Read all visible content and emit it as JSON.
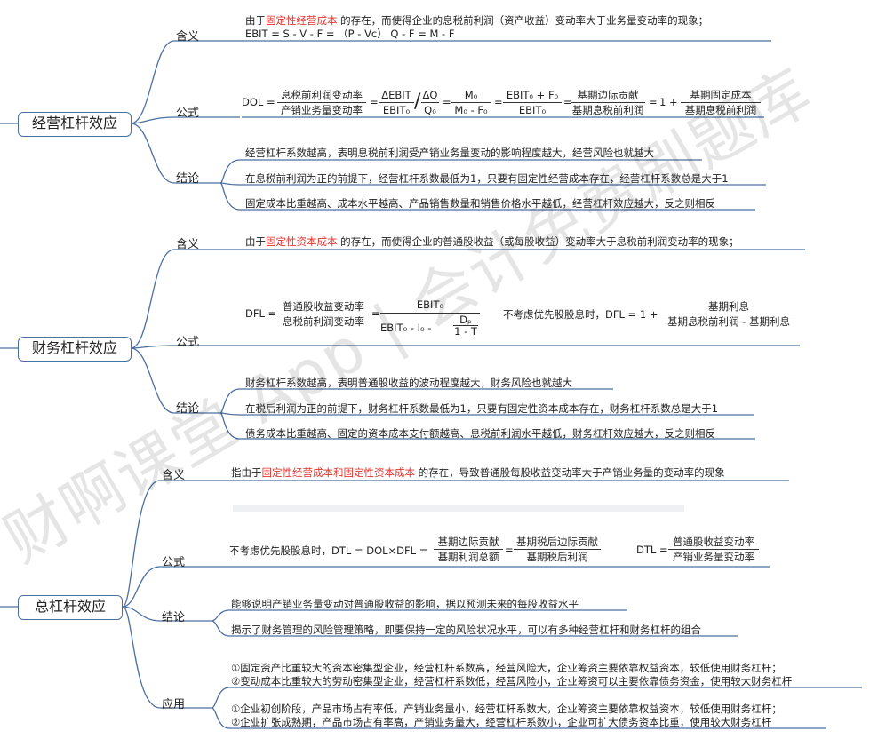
{
  "watermark": "财啊课堂 App | 会计免费刷题库",
  "sections": [
    {
      "title": "经营杠杆效应",
      "labels": {
        "meaning": "含义",
        "formula": "公式",
        "conclusion": "结论"
      },
      "meaning": {
        "prefix": "由于",
        "highlight": "固定性经营成本",
        "suffix": "的存在，而使得企业的息税前利润（资产收益）变动率大于业务量变动率的现象；",
        "line2": "EBIT = S - V - F = （P - Vc） Q - F = M - F"
      },
      "formula": {
        "lhs": "DOL =",
        "f1_num": "息税前利润变动率",
        "f1_den": "产销业务量变动率",
        "f2_num": "ΔEBIT",
        "f2_den": "EBIT₀",
        "f3_num": "ΔQ",
        "f3_den": "Q₀",
        "f4_num": "M₀",
        "f4_den": "M₀ - F₀",
        "f5_num": "EBIT₀ + F₀",
        "f5_den": "EBIT₀",
        "f6_num": "基期边际贡献",
        "f6_den": "基期息税前利润",
        "one_plus": "1 +",
        "f7_num": "基期固定成本",
        "f7_den": "基期息税前利润"
      },
      "conclusions": [
        "经营杠杆系数越高，表明息税前利润受产销业务量变动的影响程度越大，经营风险也就越大",
        "在息税前利润为正的前提下，经营杠杆系数最低为1，只要有固定性经营成本存在，经营杠杆系数总是大于1",
        "固定成本比重越高、成本水平越高、产品销售数量和销售价格水平越低，经营杠杆效应越大，反之则相反"
      ]
    },
    {
      "title": "财务杠杆效应",
      "labels": {
        "meaning": "含义",
        "formula": "公式",
        "conclusion": "结论"
      },
      "meaning": {
        "prefix": "由于",
        "highlight": "固定性资本成本",
        "suffix": "的存在，而使得企业的普通股收益（或每股收益）变动率大于息税前利润变动率的现象；"
      },
      "formula": {
        "lhs": "DFL =",
        "f1_num": "普通股收益变动率",
        "f1_den": "息税前利润变动率",
        "f2_num": "EBIT₀",
        "f2_den_a": "EBIT₀ - I₀ -",
        "f2_den_b_num": "Dₚ",
        "f2_den_b_den": "1 - T",
        "note": "不考虑优先股股息时，DFL = 1 +",
        "f3_num": "基期利息",
        "f3_den": "基期息税前利润 - 基期利息"
      },
      "conclusions": [
        "财务杠杆系数越高，表明普通股收益的波动程度越大，财务风险也就越大",
        "在税后利润为正的前提下，财务杠杆系数最低为1，只要有固定性资本成本存在，财务杠杆系数总是大于1",
        "债务成本比重越高、固定的资本成本支付额越高、息税前利润水平越低，财务杠杆效应越大，反之则相反"
      ]
    },
    {
      "title": "总杠杆效应",
      "labels": {
        "meaning": "含义",
        "formula": "公式",
        "conclusion": "结论",
        "application": "应用"
      },
      "meaning": {
        "prefix": "指由于",
        "highlight": "固定性经营成本和固定性资本成本",
        "suffix": "的存在，导致普通股每股收益变动率大于产销业务量的变动率的现象"
      },
      "formula": {
        "note": "不考虑优先股股息时，DTL = DOL×DFL =",
        "f1_num": "基期边际贡献",
        "f1_den": "基期利润总额",
        "f2_num": "基期税后边际贡献",
        "f2_den": "基期税后利润",
        "lhs2": "DTL =",
        "f3_num": "普通股收益变动率",
        "f3_den": "产销业务量变动率"
      },
      "conclusions": [
        "能够说明产销业务量变动对普通股收益的影响，据以预测未来的每股收益水平",
        "揭示了财务管理的风险管理策略，即要保持一定的风险状况水平，可以有多种经营杠杆和财务杠杆的组合"
      ],
      "applications": [
        "①固定资产比重较大的资本密集型企业，经营杠杆系数高，经营风险大，企业筹资主要依靠权益资本，较低使用财务杠杆；",
        "②变动成本比重较大的劳动密集型企业，经营杠杆系数低，经营风险小，企业筹资可以主要依靠债务资金，使用较大财务杠杆",
        "①企业初创阶段，产品市场占有率低，产销业务量小，经营杠杆系数大，企业筹资主要依靠权益资本，较低使用财务杠杆；",
        "②企业扩张成熟期，产品市场占有率高，产销业务量大，经营杠杆系数小，企业可扩大债务资本比重，使用较大财务杠杆"
      ]
    }
  ],
  "colors": {
    "line": "#4a6fa1",
    "highlight": "#e0332d"
  }
}
